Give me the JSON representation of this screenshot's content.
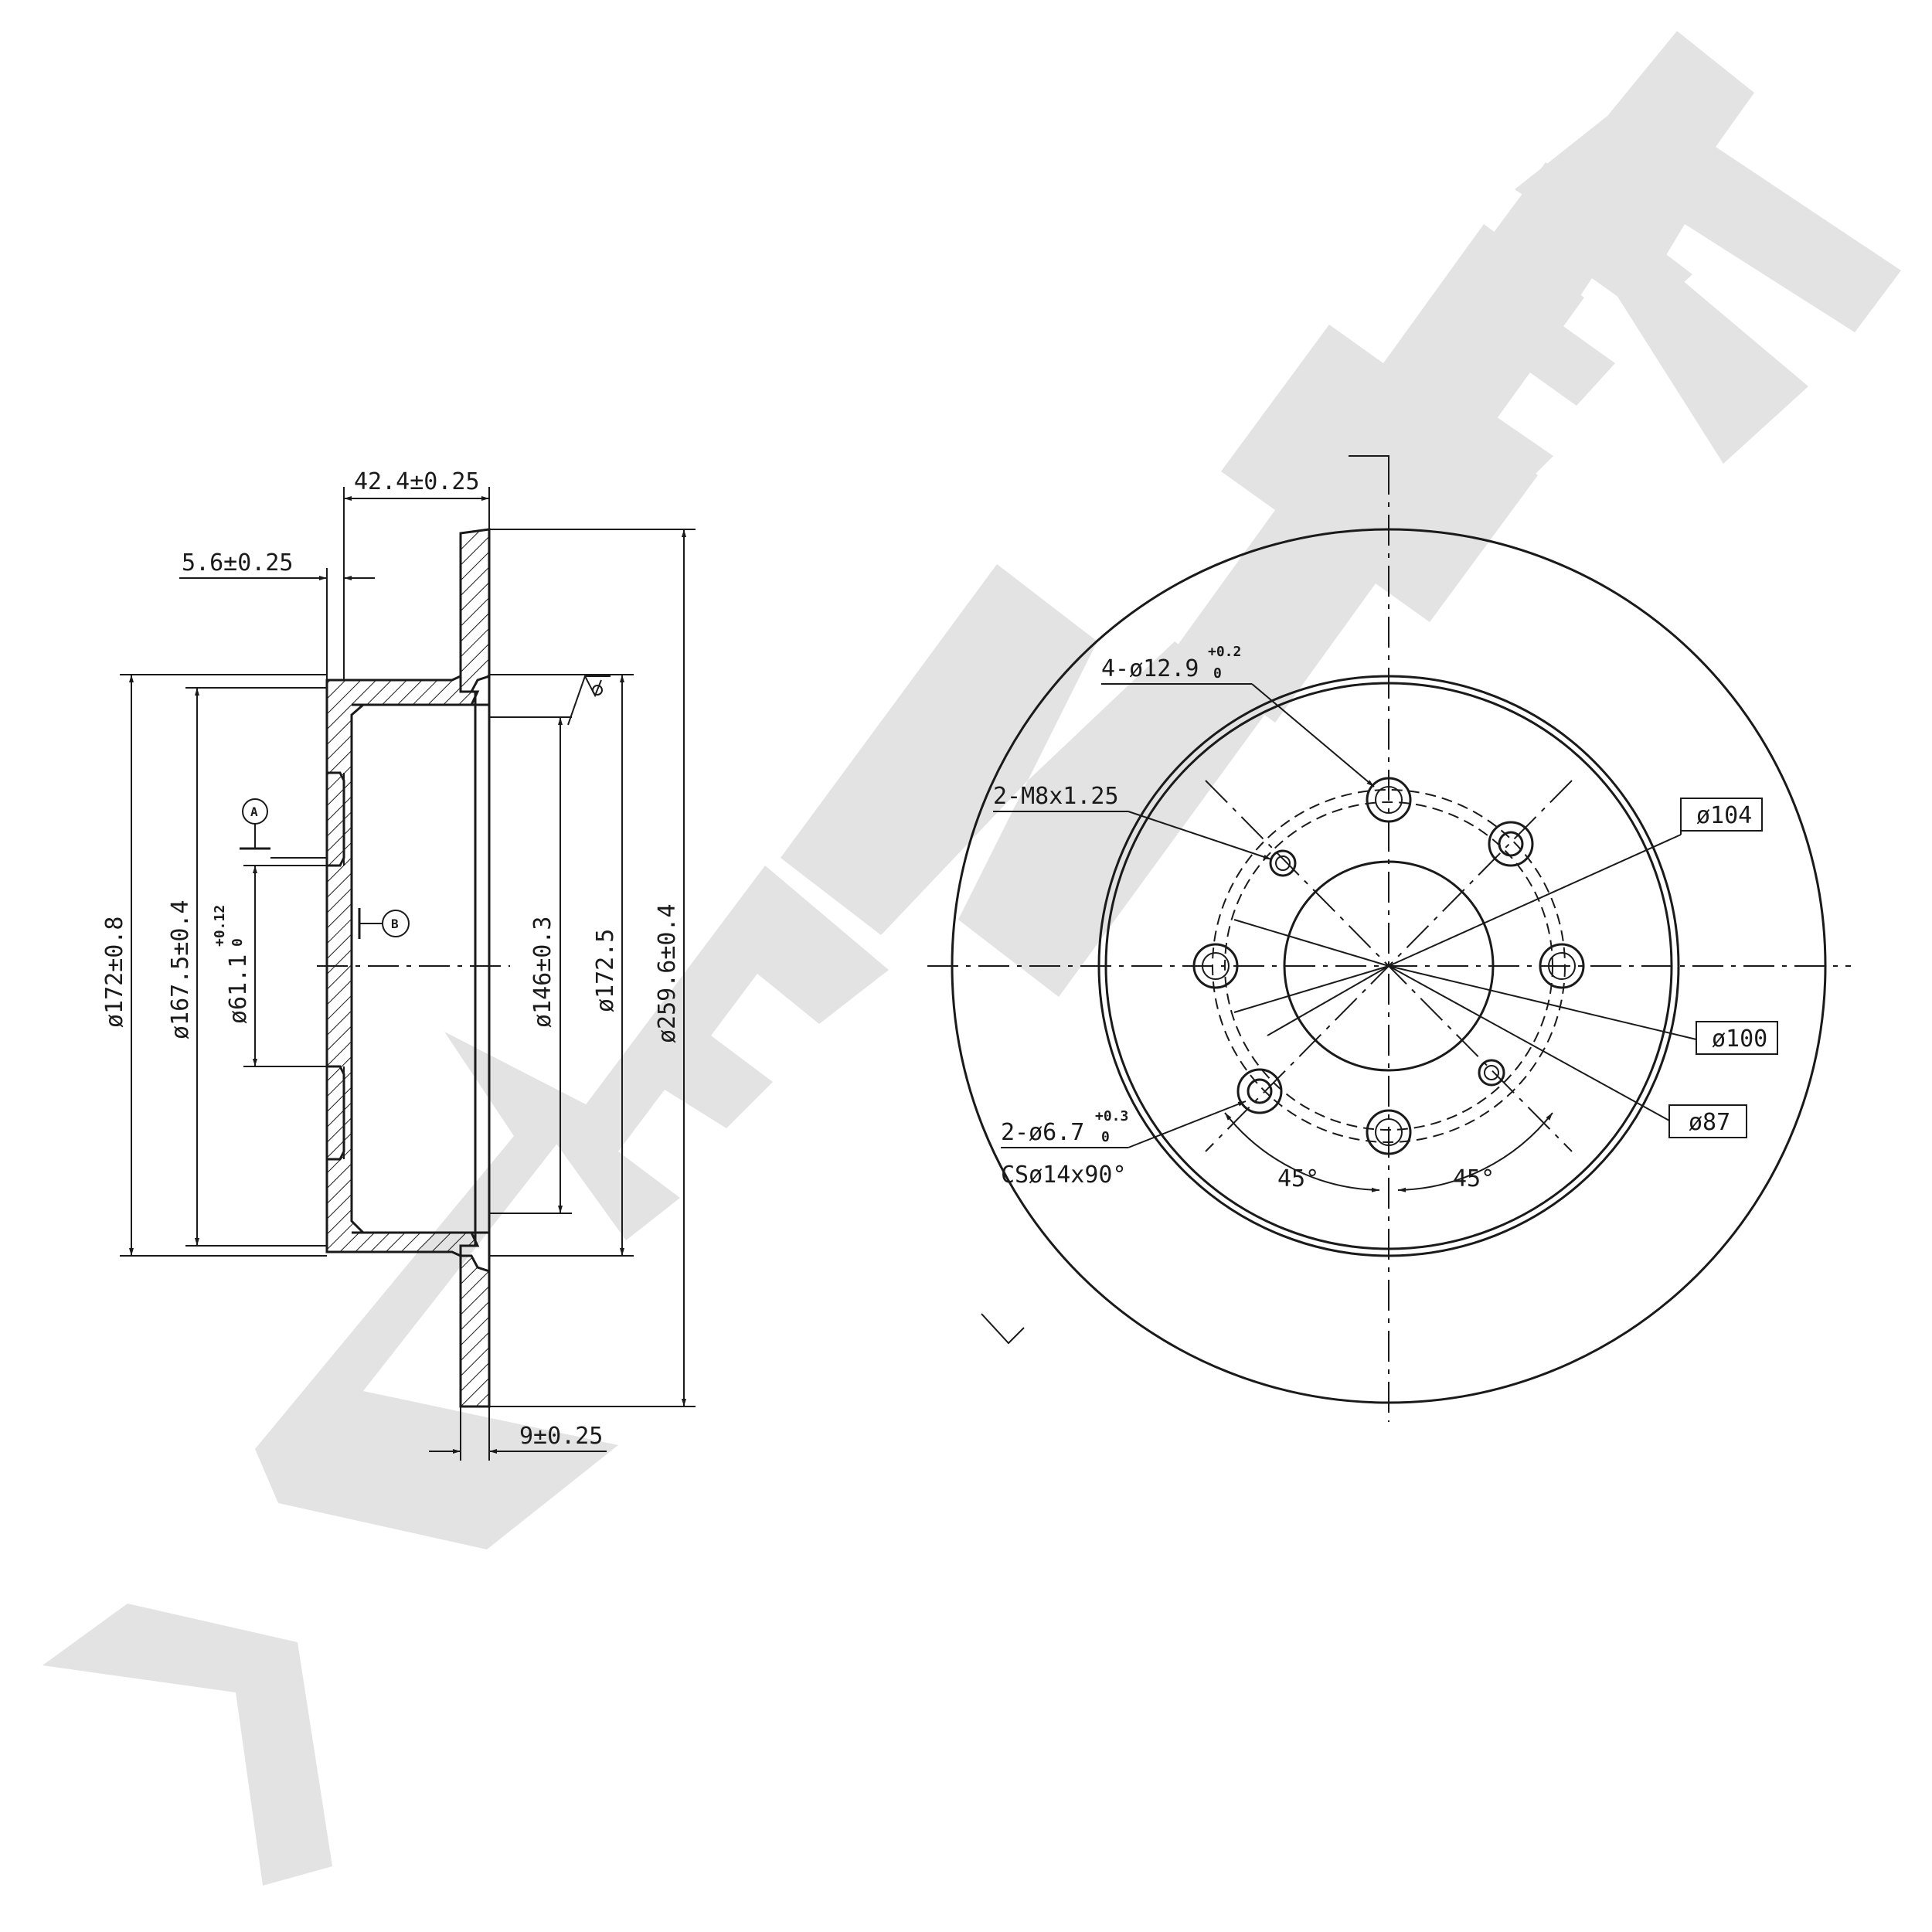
{
  "watermark": {
    "brand": "ZENTEK",
    "color": "#e3e3e3"
  },
  "side_view": {
    "dims": {
      "overall_depth": "42.4±0.25",
      "flange_offset": "5.6±0.25",
      "disc_thickness": "9±0.25",
      "dia_172": "ø172±0.8",
      "dia_167": "ø167.5±0.4",
      "dia_61_base": "ø61.1",
      "dia_61_tol_upper": "+0.12",
      "dia_61_tol_lower": "0",
      "dia_146": "ø146±0.3",
      "dia_172_5": "ø172.5",
      "dia_259": "ø259.6±0.4"
    },
    "datums": {
      "a": "A",
      "b": "B"
    }
  },
  "front_view": {
    "callouts": {
      "holes_main_base": "4-ø12.9",
      "holes_main_tol_upper": "+0.2",
      "holes_main_tol_lower": "0",
      "thread": "2-M8x1.25",
      "holes_small_base": "2-ø6.7",
      "holes_small_tol_upper": "+0.3",
      "holes_small_tol_lower": "0",
      "countersink": "CSø14x90°"
    },
    "boxed": {
      "d104": "ø104",
      "d100": "ø100",
      "d87": "ø87"
    },
    "angles": {
      "left": "45°",
      "right": "45°"
    }
  }
}
